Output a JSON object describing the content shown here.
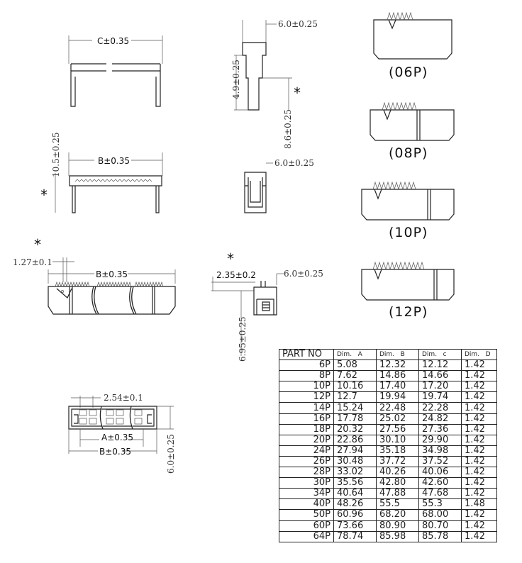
{
  "labels": {
    "c_dim": "C±0.35",
    "b_dim": "B±0.35",
    "a_dim": "A±0.35",
    "width_6_0": "6.0±0.25",
    "height_4_9": "4.9±0.25",
    "height_8_6": "8.6±0.25",
    "height_10_5": "10.5±0.25",
    "pitch_1_27": "1.27±0.1",
    "offset_2_35": "2.35±0.2",
    "height_6_95": "6.95±0.25",
    "pitch_2_54": "2.54±0.1",
    "asterisk": "*"
  },
  "variants": [
    "(06P)",
    "(08P)",
    "(10P)",
    "(12P)"
  ],
  "table": {
    "headers": [
      "PART NO",
      "Dim.   A",
      "Dim.   B",
      "Dim.   c",
      "Dim.   D"
    ],
    "rows": [
      [
        "6P",
        "5.08",
        "12.32",
        "12.12",
        "1.42"
      ],
      [
        "8P",
        "7.62",
        "14.86",
        "14.66",
        "1.42"
      ],
      [
        "10P",
        "10.16",
        "17.40",
        "17.20",
        "1.42"
      ],
      [
        "12P",
        "12.7",
        "19.94",
        "19.74",
        "1.42"
      ],
      [
        "14P",
        "15.24",
        "22.48",
        "22.28",
        "1.42"
      ],
      [
        "16P",
        "17.78",
        "25.02",
        "24.82",
        "1.42"
      ],
      [
        "18P",
        "20.32",
        "27.56",
        "27.36",
        "1.42"
      ],
      [
        "20P",
        "22.86",
        "30.10",
        "29.90",
        "1.42"
      ],
      [
        "24P",
        "27.94",
        "35.18",
        "34.98",
        "1.42"
      ],
      [
        "26P",
        "30.48",
        "37.72",
        "37.52",
        "1.42"
      ],
      [
        "28P",
        "33.02",
        "40.26",
        "40.06",
        "1.42"
      ],
      [
        "30P",
        "35.56",
        "42.80",
        "42.60",
        "1.42"
      ],
      [
        "34P",
        "40.64",
        "47.88",
        "47.68",
        "1.42"
      ],
      [
        "40P",
        "48.26",
        "55.5",
        "55.3",
        "1.48"
      ],
      [
        "50P",
        "60.96",
        "68.20",
        "68.00",
        "1.42"
      ],
      [
        "60P",
        "73.66",
        "80.90",
        "80.70",
        "1.42"
      ],
      [
        "64P",
        "78.74",
        "85.98",
        "85.78",
        "1.42"
      ]
    ]
  }
}
